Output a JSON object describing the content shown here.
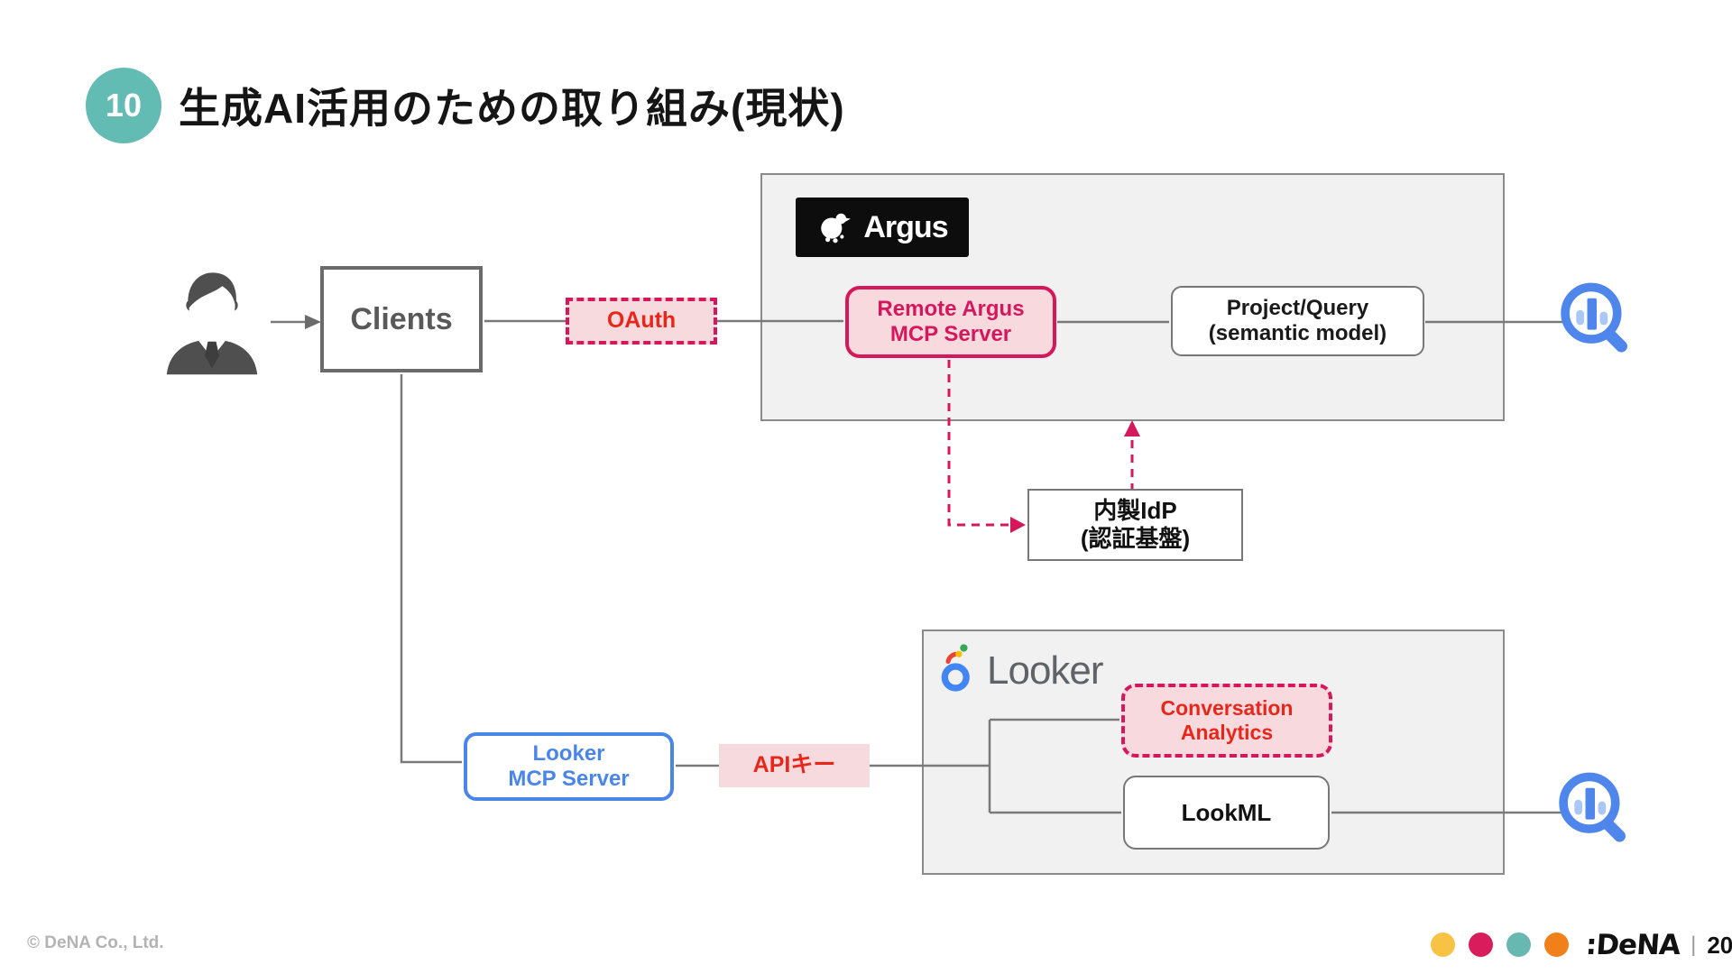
{
  "slide": {
    "badge_number": "10",
    "title": "生成AI活用のための取り組み(現状)"
  },
  "diagram": {
    "clients_label": "Clients",
    "oauth_label": "OAuth",
    "argus_logo_text": "Argus",
    "remote_argus": {
      "line1": "Remote Argus",
      "line2": "MCP Server"
    },
    "project_query": {
      "line1": "Project/Query",
      "line2": "(semantic model)"
    },
    "idp": {
      "line1": "内製IdP",
      "line2": "(認証基盤)"
    },
    "looker_logo_text": "Looker",
    "conversation": {
      "line1": "Conversation",
      "line2": "Analytics"
    },
    "lookml_label": "LookML",
    "looker_mcp": {
      "line1": "Looker",
      "line2": "MCP Server"
    },
    "api_key_label": "APIキー"
  },
  "icons": {
    "person-icon": "business-person-silhouette",
    "argus-mascot-icon": "white-peacock-mascot",
    "looker-logo-icon": "looker-multicolor-pin",
    "query-magnifier-icon": "magnifying-glass-with-bar-chart",
    "badge-circle": "teal-numbered-circle"
  },
  "colors": {
    "badge_teal": "#63BCB3",
    "crimson_accent": "#D5175C",
    "red_text": "#E8271B",
    "pink_fill": "#F7DADD",
    "blue_accent": "#4A86E8",
    "magnifier_blue": "#4E86EC",
    "container_gray": "#F1F1F1",
    "line_gray": "#7a7a7a"
  },
  "footer": {
    "copyright": "© DeNA Co., Ltd.",
    "brand": ":DeNA",
    "separator": "|",
    "page_number": "20",
    "dot_colors": [
      "#F6C344",
      "#D81C5C",
      "#68B8B1",
      "#F08019"
    ]
  }
}
